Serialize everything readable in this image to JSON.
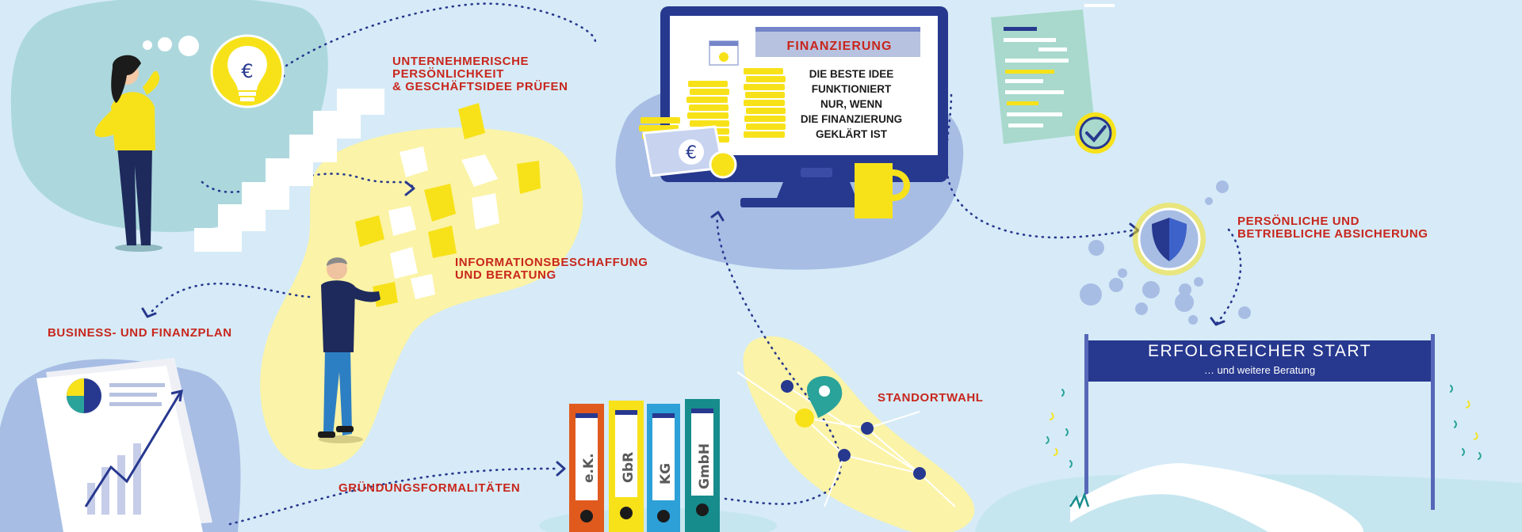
{
  "steps": {
    "personality_lines": [
      "UNTERNEHMERISCHE",
      "PERSÖNLICHKEIT",
      "& GESCHÄFTSIDEE PRÜFEN"
    ],
    "information_lines": [
      "INFORMATIONSBESCHAFFUNG",
      "UND BERATUNG"
    ],
    "business_plan": "BUSINESS- UND FINANZPLAN",
    "formalities": "GRÜNDUNGSFORMALITÄTEN",
    "location": "STANDORTWAHL",
    "insurance_lines": [
      "PERSÖNLICHE UND",
      "BETRIEBLICHE ABSICHERUNG"
    ]
  },
  "monitor": {
    "title": "FINANZIERUNG",
    "text_lines": [
      "DIE BESTE IDEE",
      "FUNKTIONIERT",
      "NUR, WENN",
      "DIE FINANZIERUNG",
      "GEKLÄRT IST"
    ]
  },
  "finish_banner": {
    "title": "ERFOLGREICHER START",
    "subtitle": "… und weitere Beratung"
  },
  "binders": [
    {
      "label": "e.K.",
      "color": "#e05a1e"
    },
    {
      "label": "GbR",
      "color": "#f7e21a"
    },
    {
      "label": "KG",
      "color": "#2da0d8"
    },
    {
      "label": "GmbH",
      "color": "#168c8c"
    }
  ],
  "icons": {
    "idea": "lightbulb-euro-icon",
    "money": "euro-banknote-icon",
    "check": "checkmark-icon",
    "shield": "shield-icon",
    "location": "map-pin-icon",
    "chart": "pie-chart-icon"
  },
  "colors": {
    "background": "#d6ebf7",
    "label_red": "#c8261d",
    "navy": "#27388f",
    "yellow": "#f7e21a",
    "teal_blob": "#acd8dd",
    "yellow_blob": "#fbf3a7",
    "blue_blob": "#a7bde4"
  }
}
